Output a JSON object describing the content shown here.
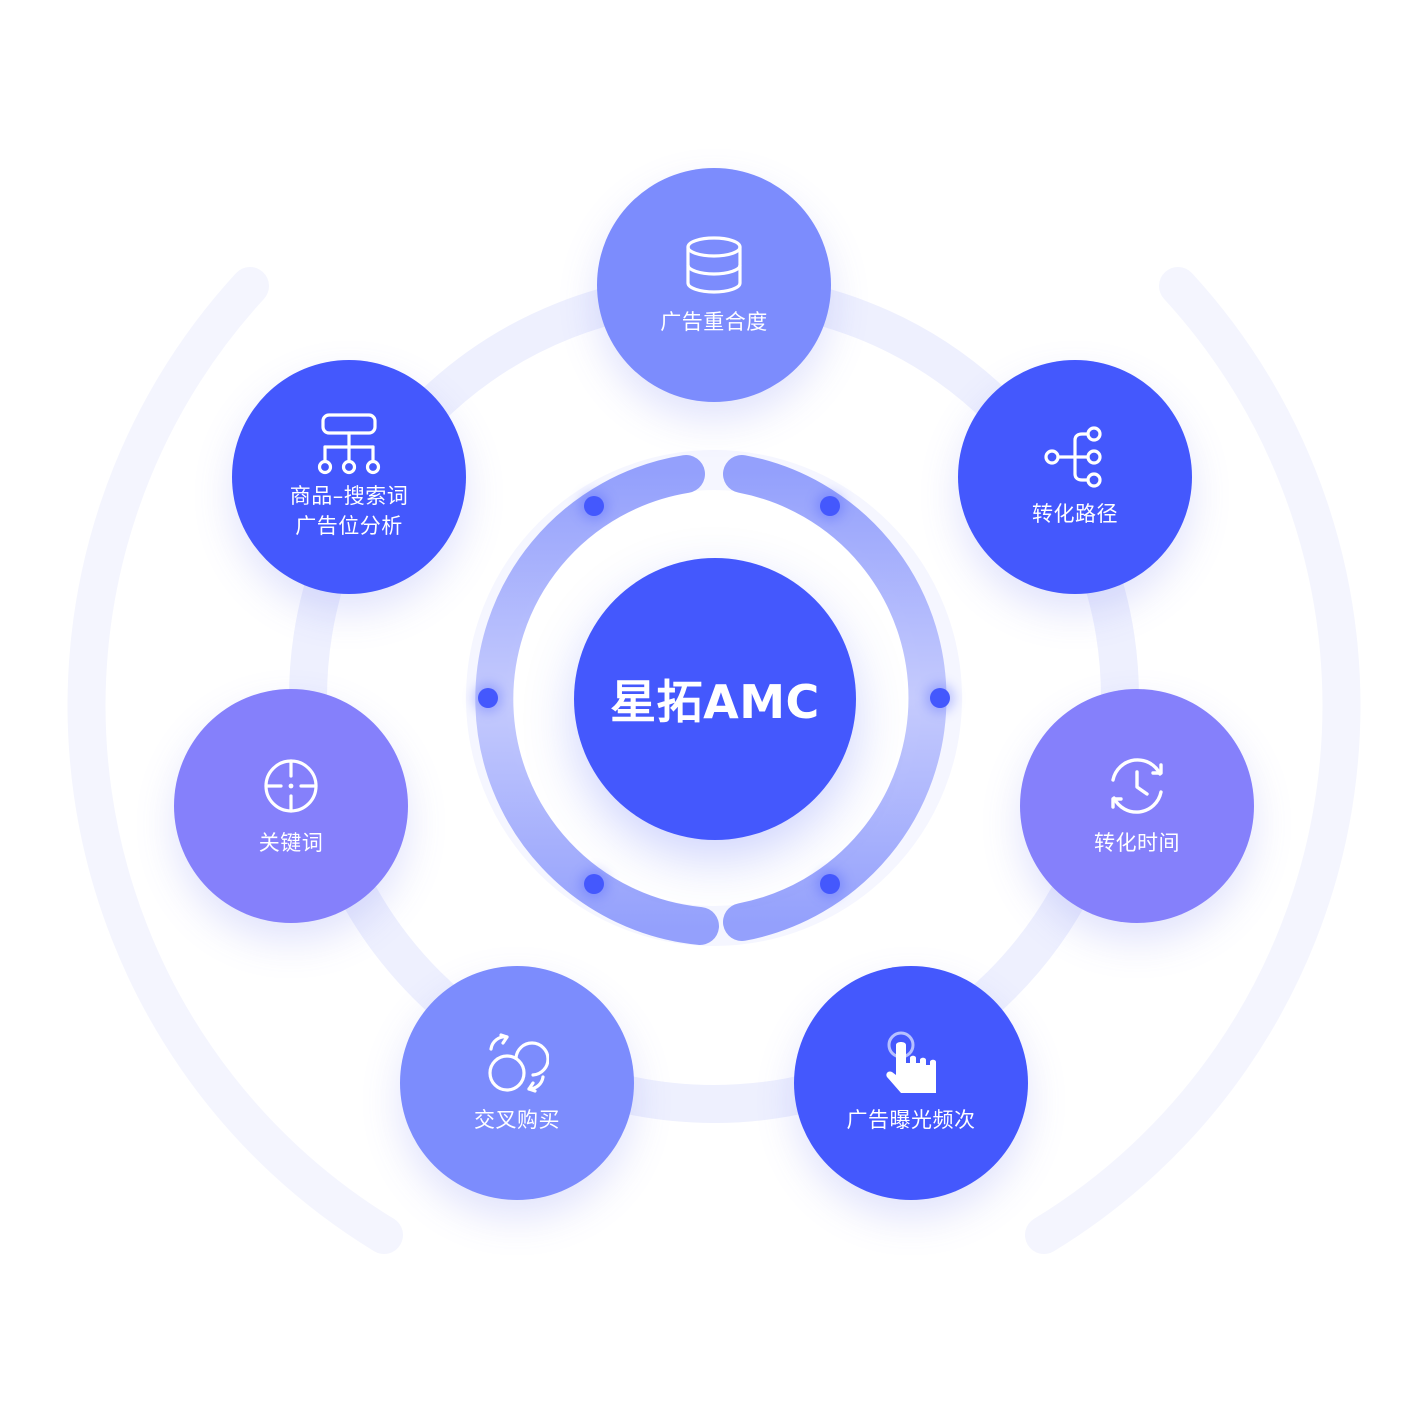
{
  "center": {
    "title": "星拓AMC",
    "color": "#4458fd"
  },
  "nodes": [
    {
      "label": "广告重合度",
      "icon": "database-icon",
      "color": "#7c8cfd"
    },
    {
      "label": "转化路径",
      "icon": "branch-tree-icon",
      "color": "#4458fd"
    },
    {
      "label": "转化时间",
      "icon": "clock-refresh-icon",
      "color": "#8580fb"
    },
    {
      "label": "广告曝光频次",
      "icon": "tap-hand-icon",
      "color": "#4458fd"
    },
    {
      "label": "交叉购买",
      "icon": "exchange-circles-icon",
      "color": "#7c8cfd"
    },
    {
      "label": "关键词",
      "icon": "target-icon",
      "color": "#8580fb"
    },
    {
      "label_line1": "商品–搜索词",
      "label_line2": "广告位分析",
      "icon": "hierarchy-icon",
      "color": "#4458fd"
    }
  ],
  "colors": {
    "ring_light": "#f1f2fe",
    "arc": "#9aa6fc",
    "dot": "#4458fd"
  }
}
